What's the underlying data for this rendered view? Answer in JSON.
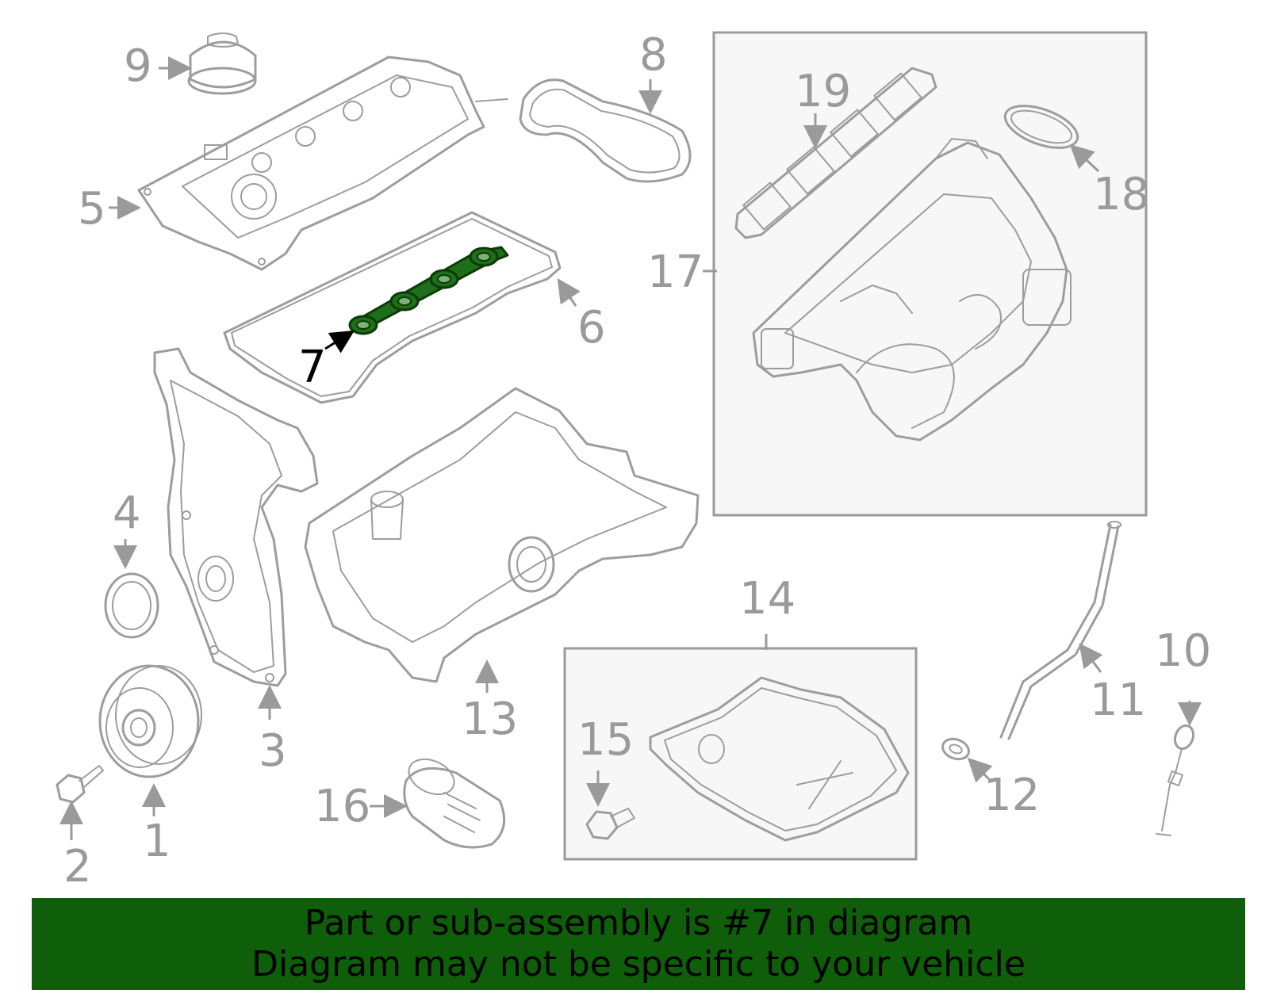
{
  "diagram": {
    "highlighted_part": "7",
    "colors": {
      "highlight": "#1f6e1a",
      "outline": "#9d9d9d",
      "label": "#9a9a9a",
      "banner": "#0e5e0a"
    },
    "callouts": {
      "c1": "1",
      "c2": "2",
      "c3": "3",
      "c4": "4",
      "c5": "5",
      "c6": "6",
      "c7": "7",
      "c8": "8",
      "c9": "9",
      "c10": "10",
      "c11": "11",
      "c12": "12",
      "c13": "13",
      "c14": "14",
      "c15": "15",
      "c16": "16",
      "c17": "17",
      "c18": "18",
      "c19": "19"
    }
  },
  "banner": {
    "line1": "Part or sub-assembly is #7 in diagram",
    "line2": "Diagram may not be specific to your vehicle"
  }
}
